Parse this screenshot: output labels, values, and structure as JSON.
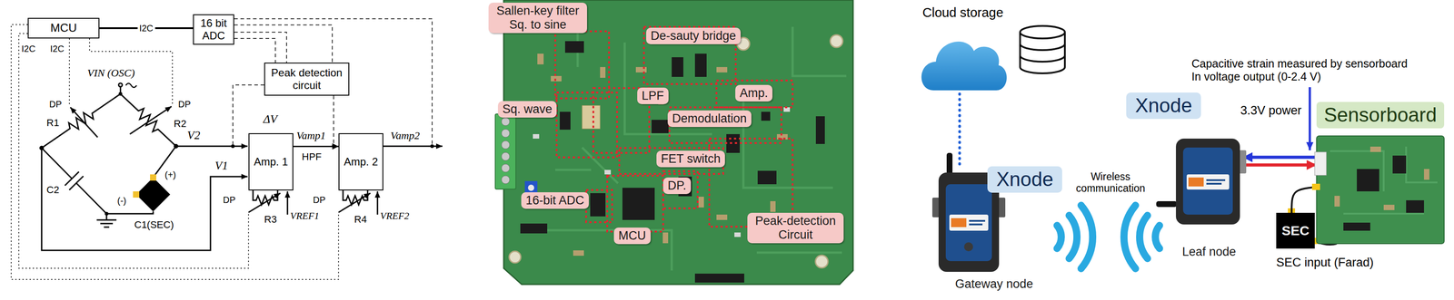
{
  "diagram": {
    "nodes": [
      {
        "text": [
          "MCU"
        ]
      },
      {
        "text": [
          "16 bit ADC"
        ]
      },
      {
        "text": [
          "Peak detection circuit"
        ]
      },
      {
        "text": [
          "Amp. 1"
        ]
      },
      {
        "text": [
          "Amp. 2"
        ]
      },
      {
        "text": [
          "Sallen-key filter Sq. to sine"
        ]
      },
      {
        "text": [
          "De-sauty bridge"
        ]
      },
      {
        "text": [
          "LPF"
        ]
      },
      {
        "text": [
          "Amp."
        ]
      },
      {
        "text": [
          "Sq. wave"
        ]
      },
      {
        "text": [
          "Demodulation"
        ]
      },
      {
        "text": [
          "FET switch"
        ]
      },
      {
        "text": [
          "16-bit ADC"
        ]
      },
      {
        "text": [
          "DP."
        ]
      },
      {
        "text": [
          "MCU"
        ]
      },
      {
        "text": [
          "Peak-detection Circuit"
        ]
      },
      {
        "text": [
          "Cloud storage"
        ]
      },
      {
        "text": [
          "Xnode",
          "Gateway node"
        ]
      },
      {
        "text": [
          "Xnode",
          "Leaf node"
        ]
      },
      {
        "text": [
          "Sensorboard"
        ]
      },
      {
        "text": [
          "SEC"
        ]
      }
    ],
    "edges": [
      {
        "from": 0,
        "to": 1,
        "arrow": "none",
        "label": "I2C"
      },
      {
        "from": 1,
        "to": 2,
        "arrow": "none"
      },
      {
        "from": 3,
        "to": 4,
        "arrow": "to"
      },
      {
        "from": 16,
        "to": 17,
        "arrow": "none"
      },
      {
        "from": 18,
        "to": 19,
        "arrow": "to"
      },
      {
        "from": 19,
        "to": 18,
        "arrow": "to"
      },
      {
        "from": 19,
        "to": 20,
        "arrow": "none"
      }
    ],
    "labels": [
      "I2C",
      "I2C",
      "VIN (OSC)",
      "DP",
      "R1",
      "DP",
      "R2",
      "V2",
      "V1",
      "ΔV",
      "Vamp1",
      "HPF",
      "Vamp2",
      "C2",
      "(+)",
      "(-)",
      "C1(SEC)",
      "DP",
      "R3",
      "VREF1",
      "DP",
      "R4",
      "VREF2",
      "Wireless communication",
      "3.3V power",
      "Capacitive strain measured by sensorboard In voltage output (0-2.4 V)",
      "SEC input (Farad)"
    ]
  }
}
